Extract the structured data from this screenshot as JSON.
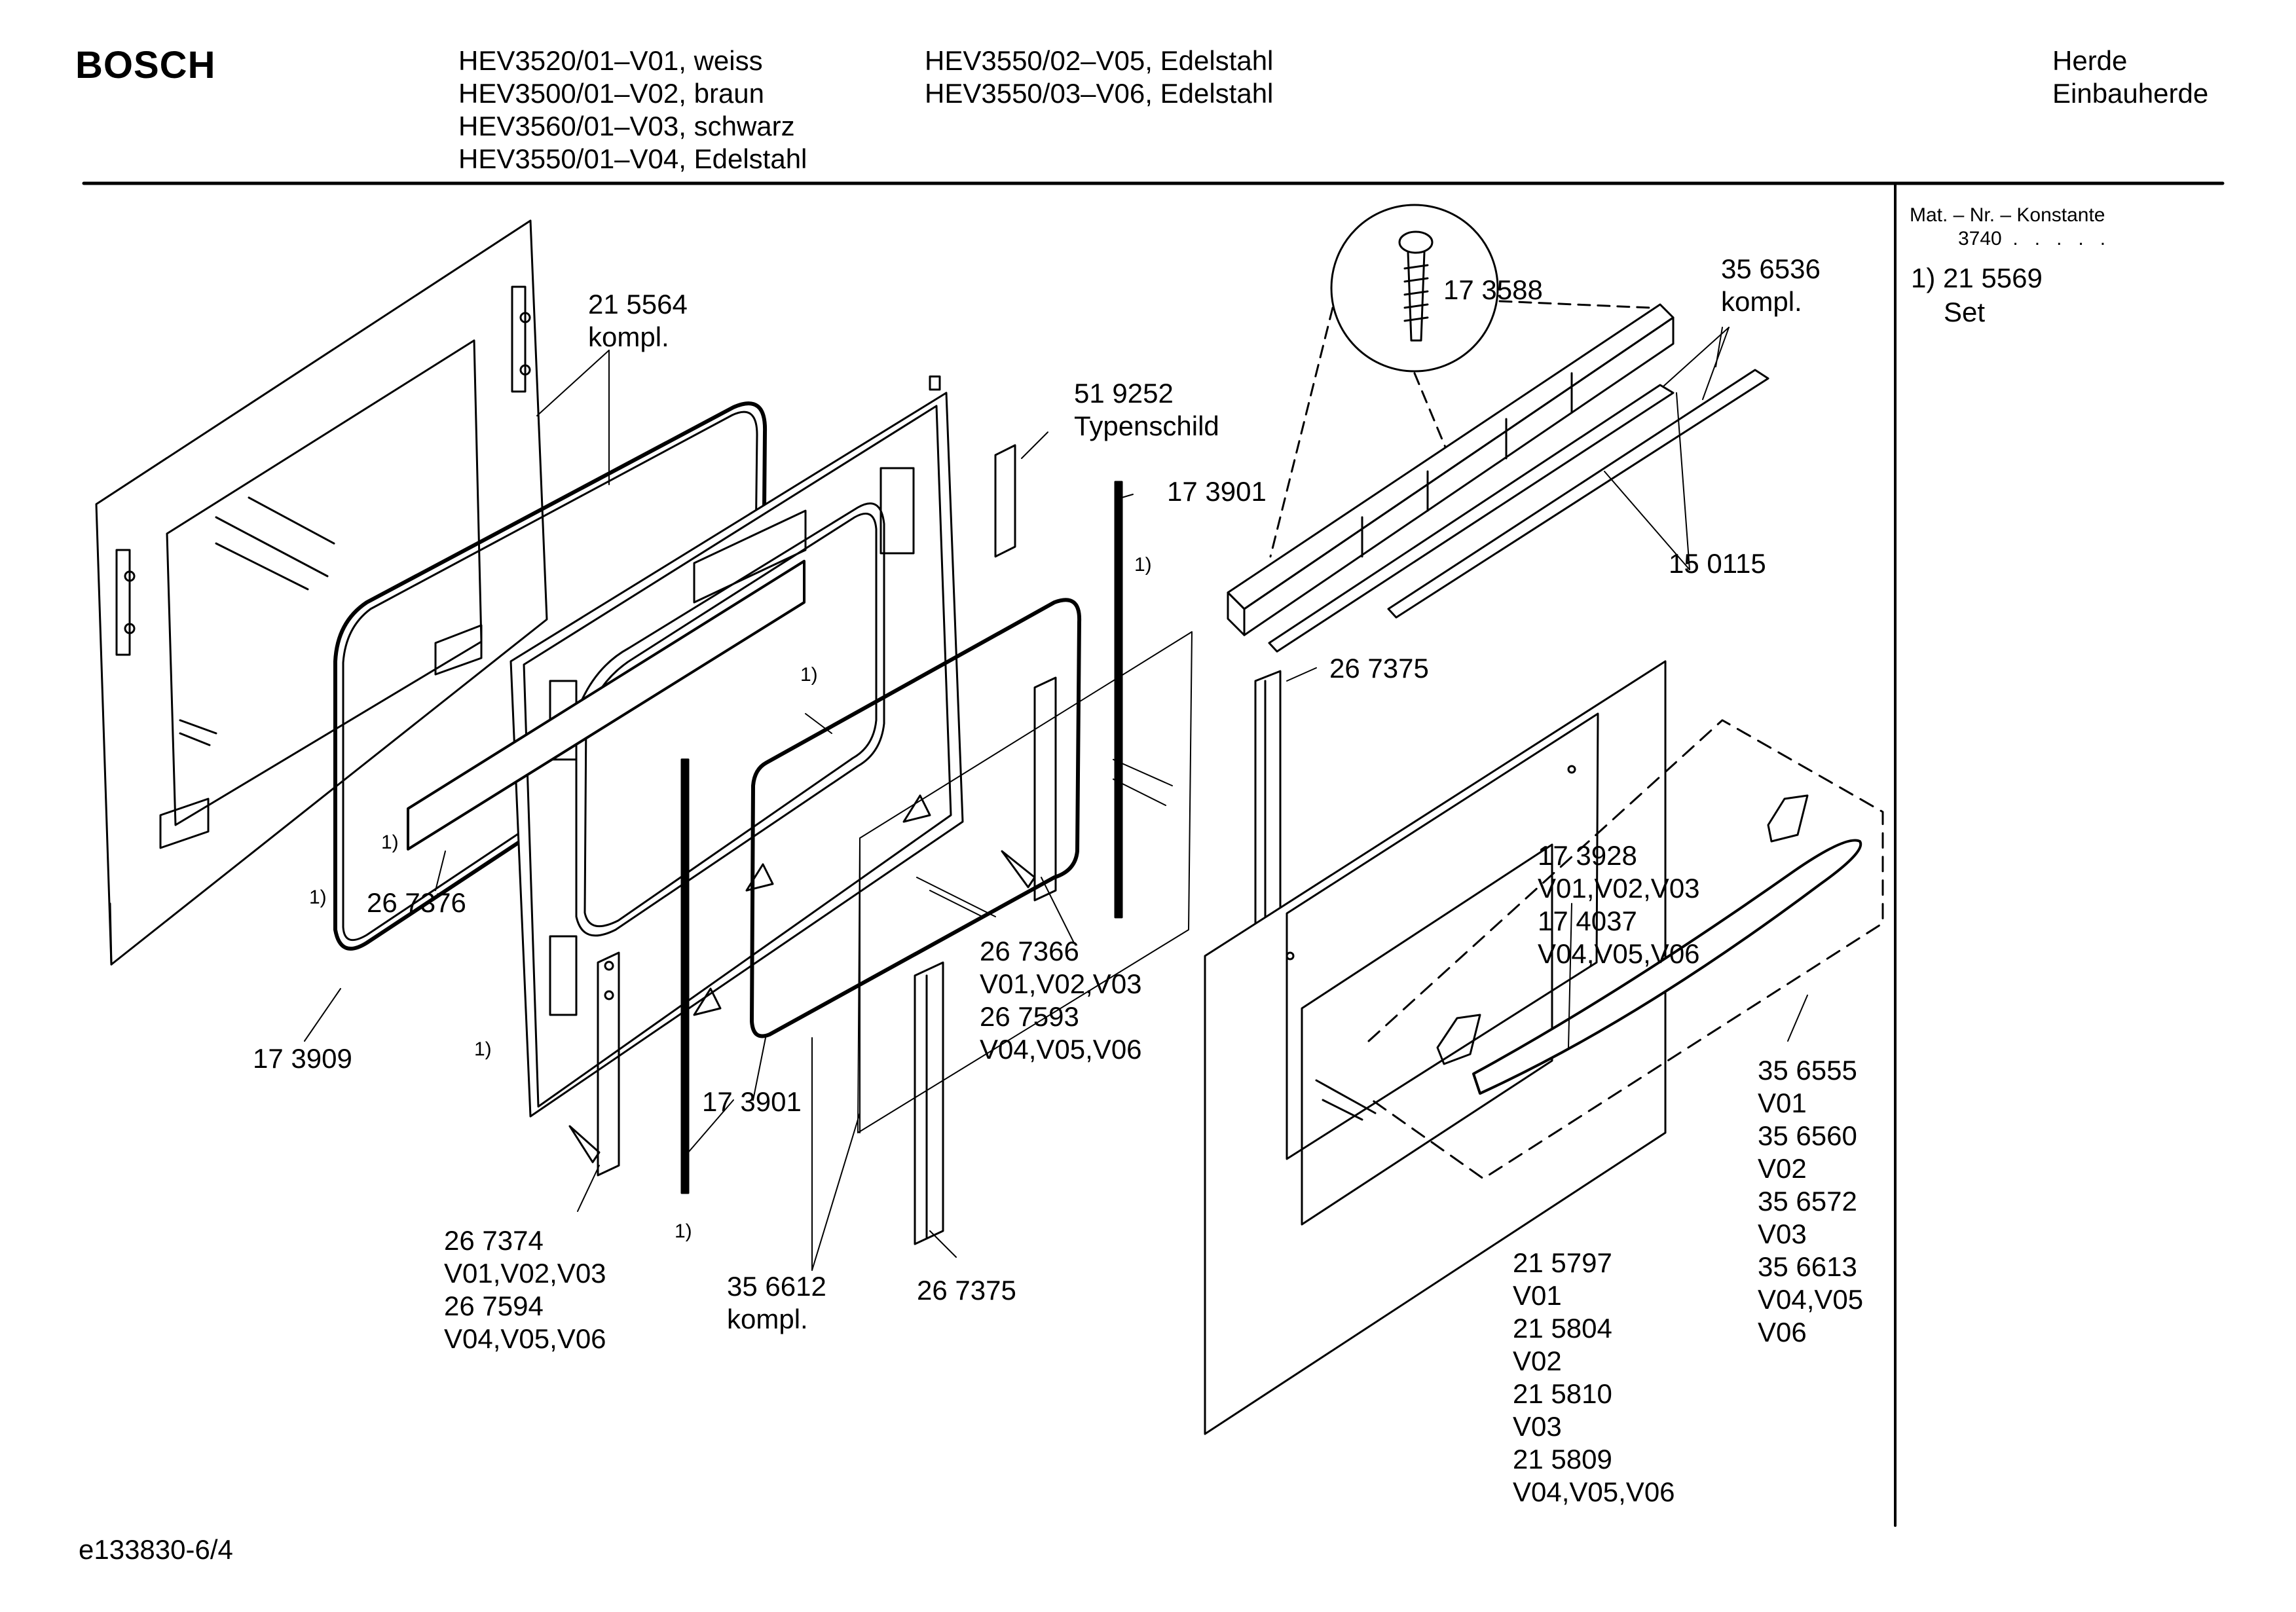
{
  "brand": "BOSCH",
  "models_col1": [
    "HEV3520/01–V01, weiss",
    "HEV3500/01–V02, braun",
    "HEV3560/01–V03, schwarz",
    "HEV3550/01–V04, Edelstahl"
  ],
  "models_col2": [
    "HEV3550/02–V05, Edelstahl",
    "HEV3550/03–V06, Edelstahl"
  ],
  "category": [
    "Herde",
    "Einbauherde"
  ],
  "sidebar": {
    "mat_heading": "Mat. – Nr. – Konstante",
    "mat_value": "3740  .   .   .   .   .",
    "note_number": "1) 21 5569",
    "note_text": "Set"
  },
  "footer_code": "e133830-6/4",
  "labels": {
    "l215564": [
      "21 5564",
      "kompl."
    ],
    "l519252": [
      "51 9252",
      "Typenschild"
    ],
    "l173901_top": [
      "17 3901"
    ],
    "l173588": [
      "17 3588"
    ],
    "l356536": [
      "35 6536",
      "kompl."
    ],
    "l150115": [
      "15 0115"
    ],
    "l267375_top": [
      "26 7375"
    ],
    "l173928": [
      "17 3928",
      "V01,V02,V03",
      "17 4037",
      "V04,V05,V06"
    ],
    "l267366": [
      "26 7366",
      "V01,V02,V03",
      "26 7593",
      "V04,V05,V06"
    ],
    "l267376": [
      "26 7376"
    ],
    "l173909": [
      "17 3909"
    ],
    "l173901_bottom": [
      "17 3901"
    ],
    "l267374": [
      "26 7374",
      "V01,V02,V03",
      "26 7594",
      "V04,V05,V06"
    ],
    "l356612": [
      "35 6612",
      "kompl."
    ],
    "l267375_bottom": [
      "26 7375"
    ],
    "l215797": [
      "21 5797",
      "V01",
      "21 5804",
      "V02",
      "21 5810",
      "V03",
      "21 5809",
      "V04,V05,V06"
    ],
    "l356555": [
      "35 6555",
      "V01",
      "35 6560",
      "V02",
      "35 6572",
      "V03",
      "35 6613",
      "V04,V05",
      "V06"
    ]
  },
  "notes": {
    "n1": "1)",
    "n2": "1)",
    "n3": "1)",
    "n4": "1)",
    "n5": "1)",
    "n6": "1)",
    "n7": "1)"
  }
}
